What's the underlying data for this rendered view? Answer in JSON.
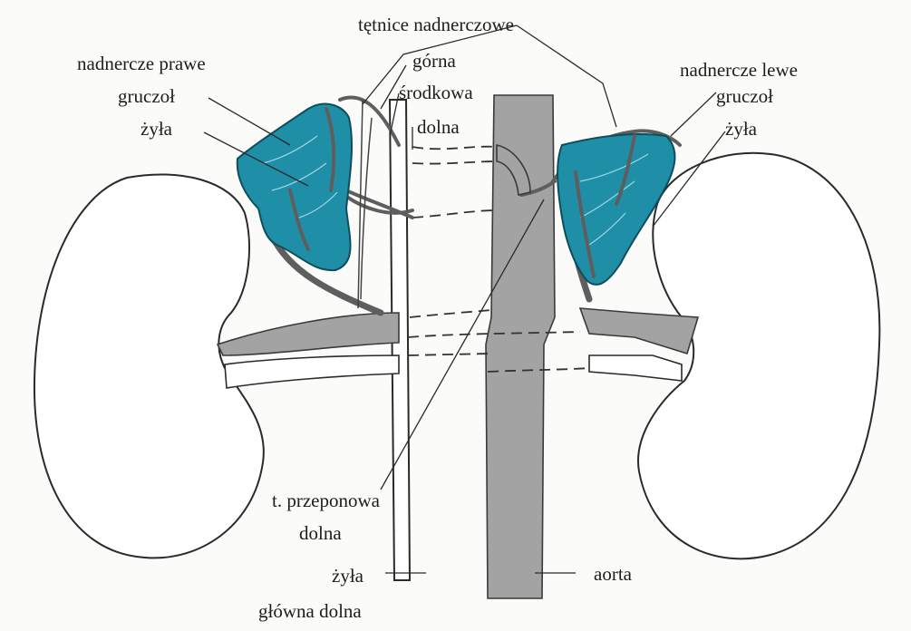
{
  "labels": {
    "tetnice_nadnerczowe": "tętnice nadnerczowe",
    "nadnercze_prawe": "nadnercze prawe",
    "gruczol_prawy": "gruczoł",
    "zyla_prawa": "żyła",
    "gorna": "górna",
    "srodkowa": "środkowa",
    "dolna": "dolna",
    "nadnercze_lewe": "nadnercze lewe",
    "gruczol_lewy": "gruczoł",
    "zyla_lewa": "żyła",
    "przeponowa_1": "t. przeponowa",
    "przeponowa_2": "dolna",
    "zyla_glowna_1": "żyła",
    "zyla_glowna_2": "główna dolna",
    "aorta": "aorta"
  },
  "colors": {
    "gland": "#1f8fa8",
    "vessel": "#a3a3a3",
    "vein": "#5e5e5e",
    "outline": "#2a2a2a"
  }
}
